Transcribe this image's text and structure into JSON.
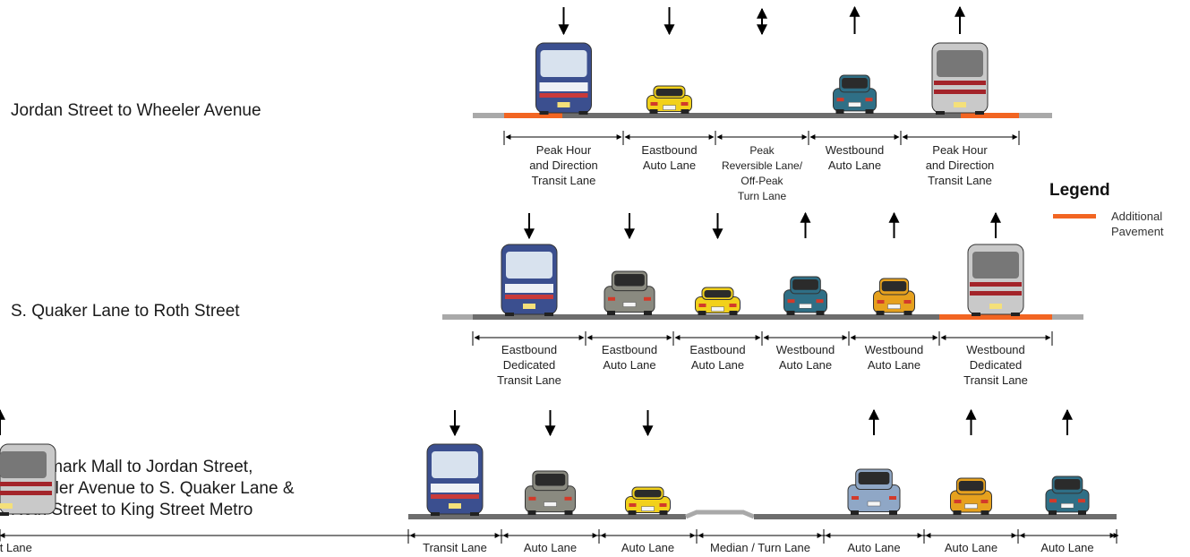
{
  "sections": [
    {
      "label": "Jordan Street to Wheeler Avenue",
      "lanes": [
        {
          "label": "Peak Hour\nand Direction\nTransit Lane",
          "direction": "down",
          "vehicle": "bus-blue"
        },
        {
          "label": "Eastbound\nAuto Lane",
          "direction": "down",
          "vehicle": "car-yellow"
        },
        {
          "label": "Peak\nReversible Lane/\nOff-Peak\nTurn Lane",
          "direction": "both",
          "vehicle": ""
        },
        {
          "label": "Westbound\nAuto Lane",
          "direction": "up",
          "vehicle": "car-teal"
        },
        {
          "label": "Peak Hour\nand Direction\nTransit Lane",
          "direction": "up",
          "vehicle": "bus-silver"
        }
      ]
    },
    {
      "label": "S. Quaker Lane to Roth Street",
      "lanes": [
        {
          "label": "Eastbound\nDedicated\nTransit Lane",
          "direction": "down",
          "vehicle": "bus-blue"
        },
        {
          "label": "Eastbound\nAuto Lane",
          "direction": "down",
          "vehicle": "car-gray"
        },
        {
          "label": "Eastbound\nAuto Lane",
          "direction": "down",
          "vehicle": "car-yellow"
        },
        {
          "label": "Westbound\nAuto Lane",
          "direction": "up",
          "vehicle": "car-teal"
        },
        {
          "label": "Westbound\nAuto Lane",
          "direction": "up",
          "vehicle": "car-orange"
        },
        {
          "label": "Westbound\nDedicated\nTransit Lane",
          "direction": "up",
          "vehicle": "bus-silver"
        }
      ]
    },
    {
      "label": "Landmark Mall to Jordan Street,\nWheeler Avenue to S. Quaker Lane &\n Roth Street to King Street Metro",
      "lanes": [
        {
          "label": "Transit Lane",
          "direction": "down",
          "vehicle": "bus-blue"
        },
        {
          "label": "Auto Lane",
          "direction": "down",
          "vehicle": "car-gray"
        },
        {
          "label": "Auto Lane",
          "direction": "down",
          "vehicle": "car-yellow"
        },
        {
          "label": "Median / Turn Lane",
          "direction": "",
          "vehicle": ""
        },
        {
          "label": "Auto Lane",
          "direction": "up",
          "vehicle": "truck-blue"
        },
        {
          "label": "Auto Lane",
          "direction": "up",
          "vehicle": "car-orange"
        },
        {
          "label": "Auto Lane",
          "direction": "up",
          "vehicle": "car-teal"
        },
        {
          "label": "Transit Lane",
          "direction": "up",
          "vehicle": "bus-silver"
        }
      ]
    }
  ],
  "legend": {
    "title": "Legend",
    "item_label": "Additional\nPavement",
    "item_color": "#f26522"
  },
  "colors": {
    "road": "#6d6d6d",
    "shoulder": "#a9a9a9",
    "additional_pavement": "#f26522",
    "bus_blue": "#3b4f8f",
    "bus_silver": "#c9c9c9",
    "car_yellow": "#f2d11b",
    "car_teal": "#2f6f86",
    "car_gray": "#8a8a80",
    "car_orange": "#e6a11e",
    "truck_blue": "#8fa7c6"
  }
}
